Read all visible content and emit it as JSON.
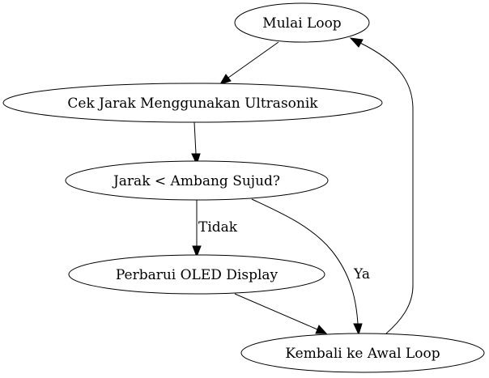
{
  "flowchart": {
    "nodes": {
      "start": "Mulai Loop",
      "check": "Cek Jarak Menggunakan Ultrasonik",
      "decision": "Jarak < Ambang Sujud?",
      "update": "Perbarui OLED Display",
      "back": "Kembali ke Awal Loop"
    },
    "edges": {
      "no_label": "Tidak",
      "yes_label": "Ya"
    }
  }
}
